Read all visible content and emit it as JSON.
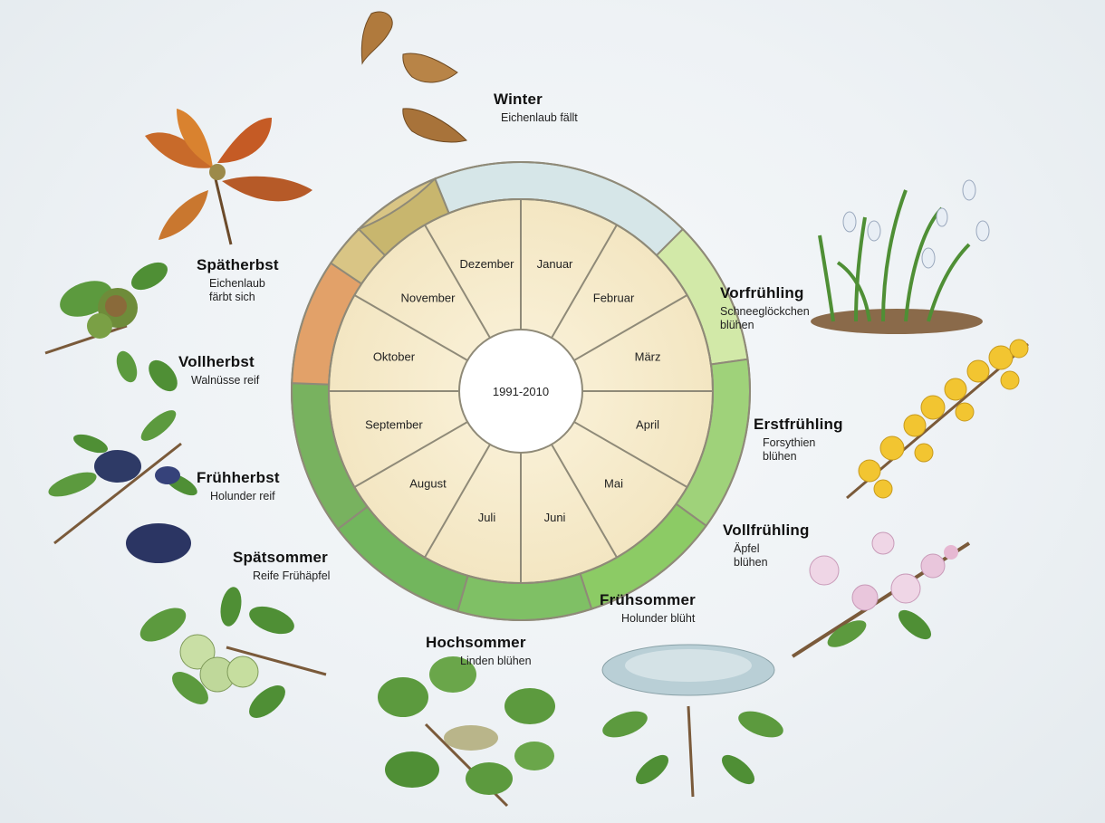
{
  "diagram": {
    "center_label": "1991-2010",
    "months": [
      "Januar",
      "Februar",
      "März",
      "April",
      "Mai",
      "Juni",
      "Juli",
      "August",
      "September",
      "Oktober",
      "November",
      "Dezember"
    ],
    "seasons": [
      {
        "id": "winter",
        "title": "Winter",
        "subtitle": "Eichenlaub fällt",
        "color": "#d6e6e8"
      },
      {
        "id": "vorfruehling",
        "title": "Vorfrühling",
        "subtitle": "Schneeglöckchen blühen",
        "color": "#d2e9a8"
      },
      {
        "id": "erstfruehling",
        "title": "Erstfrühling",
        "subtitle": "Forsythien blühen",
        "color": "#9fd27a"
      },
      {
        "id": "vollfruehling",
        "title": "Vollfrühling",
        "subtitle": "Äpfel blühen",
        "color": "#8ccb65"
      },
      {
        "id": "fruehsommer",
        "title": "Frühsommer",
        "subtitle": "Holunder blüht",
        "color": "#7fc065"
      },
      {
        "id": "hochsommer",
        "title": "Hochsommer",
        "subtitle": "Linden blühen",
        "color": "#72b65d"
      },
      {
        "id": "spaetsommer",
        "title": "Spätsommer",
        "subtitle": "Reife Frühäpfel",
        "color": "#78b25f"
      },
      {
        "id": "fruehherbst",
        "title": "Frühherbst",
        "subtitle": "Holunder reif",
        "color": "#e2a169"
      },
      {
        "id": "vollherbst",
        "title": "Vollherbst",
        "subtitle": "Walnüsse reif",
        "color": "#d9c585"
      },
      {
        "id": "spaetherbst",
        "title": "Spätherbst",
        "subtitle": "Eichenlaub färbt sich",
        "color": "#c8b66e"
      }
    ]
  }
}
